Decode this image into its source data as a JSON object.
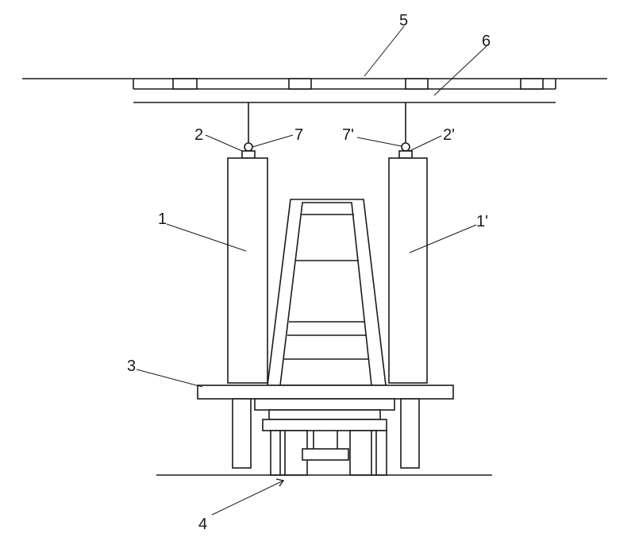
{
  "labels": {
    "l1": "1",
    "l1p": "1'",
    "l2": "2",
    "l2p": "2'",
    "l3": "3",
    "l4": "4",
    "l5": "5",
    "l6": "6",
    "l7": "7",
    "l7p": "7'"
  },
  "colors": {
    "line": "#1a1a1a",
    "background": "#ffffff"
  }
}
